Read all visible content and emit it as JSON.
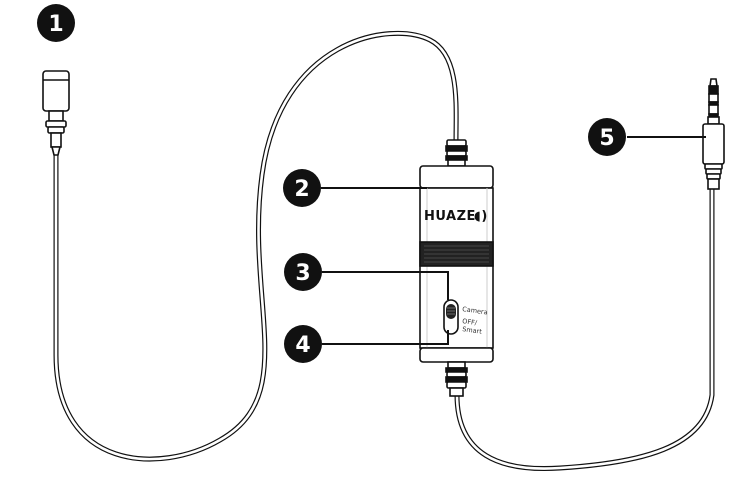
{
  "brand": {
    "name": "HUAZE",
    "wave_glyph": "◖)"
  },
  "switch_labels": {
    "top": "Camera",
    "bottom_line1": "OFF/",
    "bottom_line2": "Smart"
  },
  "callouts": [
    {
      "number": "1",
      "target": "lavalier-microphone-head"
    },
    {
      "number": "2",
      "target": "brand-label"
    },
    {
      "number": "3",
      "target": "mode-switch"
    },
    {
      "number": "4",
      "target": "off-smart-position"
    },
    {
      "number": "5",
      "target": "trrs-plug"
    }
  ],
  "colors": {
    "line": "#111111",
    "callout_fill": "#111111",
    "callout_text": "#ffffff",
    "background": "#ffffff"
  },
  "icons": [
    "lavalier-mic-icon",
    "trrs-jack-icon",
    "battery-housing-icon"
  ]
}
